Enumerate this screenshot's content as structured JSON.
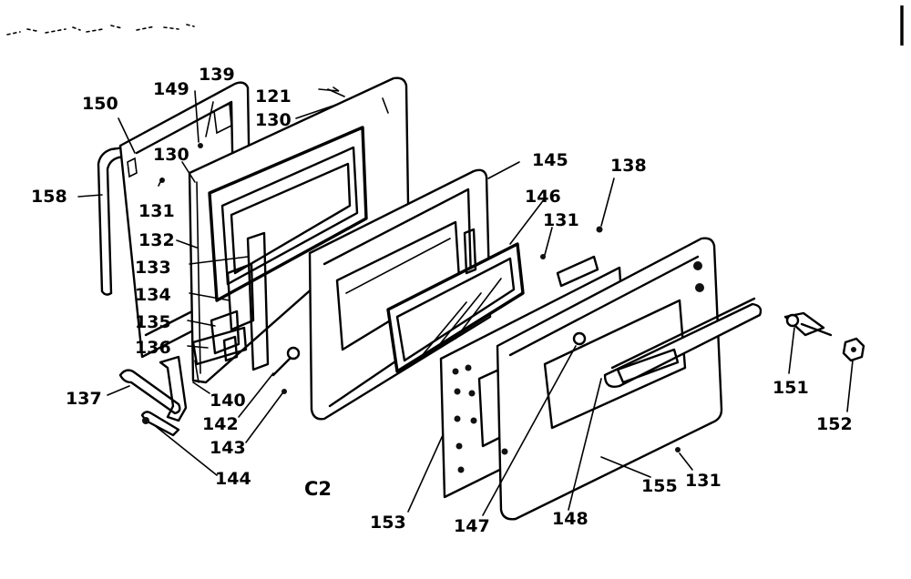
{
  "figure_label": "C2",
  "part_labels": {
    "p121": "121",
    "p130": "130",
    "p130b": "130",
    "p131_a": "131",
    "p131_b": "131",
    "p131_c": "131",
    "p132": "132",
    "p133": "133",
    "p134": "134",
    "p135": "135",
    "p136": "136",
    "p137": "137",
    "p138": "138",
    "p139": "139",
    "p140": "140",
    "p142": "142",
    "p143": "143",
    "p144": "144",
    "p145": "145",
    "p146": "146",
    "p147": "147",
    "p148": "148",
    "p149": "149",
    "p150": "150",
    "p151": "151",
    "p152": "152",
    "p153": "153",
    "p155": "155",
    "p158": "158"
  }
}
